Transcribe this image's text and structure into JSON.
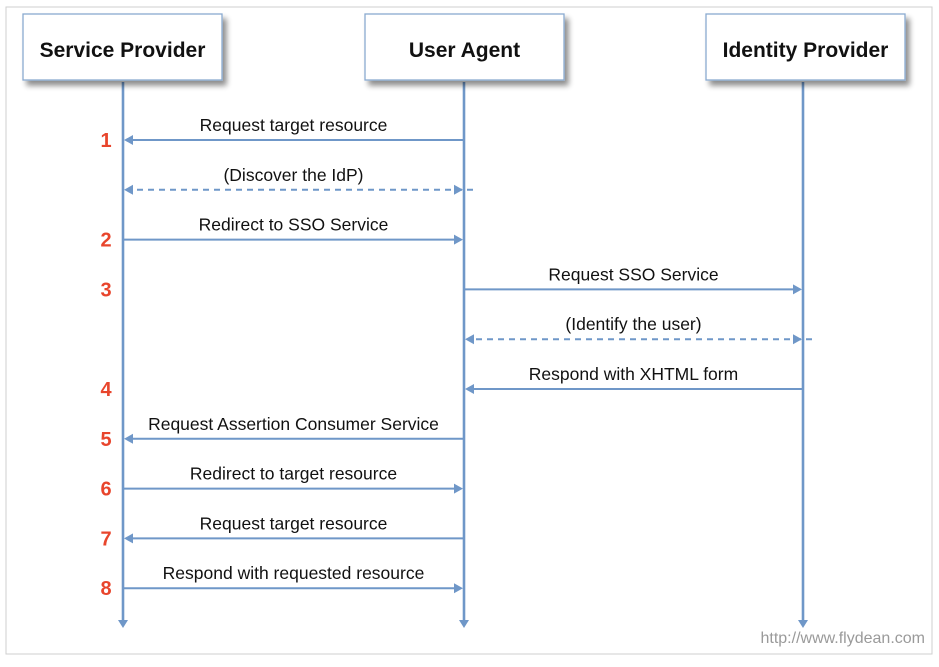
{
  "participants": [
    {
      "id": "sp",
      "label": "Service Provider"
    },
    {
      "id": "ua",
      "label": "User Agent"
    },
    {
      "id": "idp",
      "label": "Identity Provider"
    }
  ],
  "messages": [
    {
      "step": "1",
      "from": "ua",
      "to": "sp",
      "label": "Request target resource",
      "style": "solid"
    },
    {
      "step": "",
      "from": "ua",
      "to": "sp",
      "label": "(Discover the IdP)",
      "style": "dashed"
    },
    {
      "step": "2",
      "from": "sp",
      "to": "ua",
      "label": "Redirect to SSO Service",
      "style": "solid"
    },
    {
      "step": "3",
      "from": "ua",
      "to": "idp",
      "label": "Request SSO Service",
      "style": "solid"
    },
    {
      "step": "",
      "from": "idp",
      "to": "ua",
      "label": "(Identify the user)",
      "style": "dashed"
    },
    {
      "step": "4",
      "from": "idp",
      "to": "ua",
      "label": "Respond with XHTML form",
      "style": "solid"
    },
    {
      "step": "5",
      "from": "ua",
      "to": "sp",
      "label": "Request Assertion Consumer Service",
      "style": "solid"
    },
    {
      "step": "6",
      "from": "sp",
      "to": "ua",
      "label": "Redirect to target resource",
      "style": "solid"
    },
    {
      "step": "7",
      "from": "ua",
      "to": "sp",
      "label": "Request target resource",
      "style": "solid"
    },
    {
      "step": "8",
      "from": "sp",
      "to": "ua",
      "label": "Respond with requested resource",
      "style": "solid"
    }
  ],
  "watermark": "http://www.flydean.com",
  "colors": {
    "line": "#6f97c8",
    "step": "#e8452c",
    "text": "#111111",
    "box_border": "#8aaad0",
    "watermark": "#9a9a9a"
  }
}
